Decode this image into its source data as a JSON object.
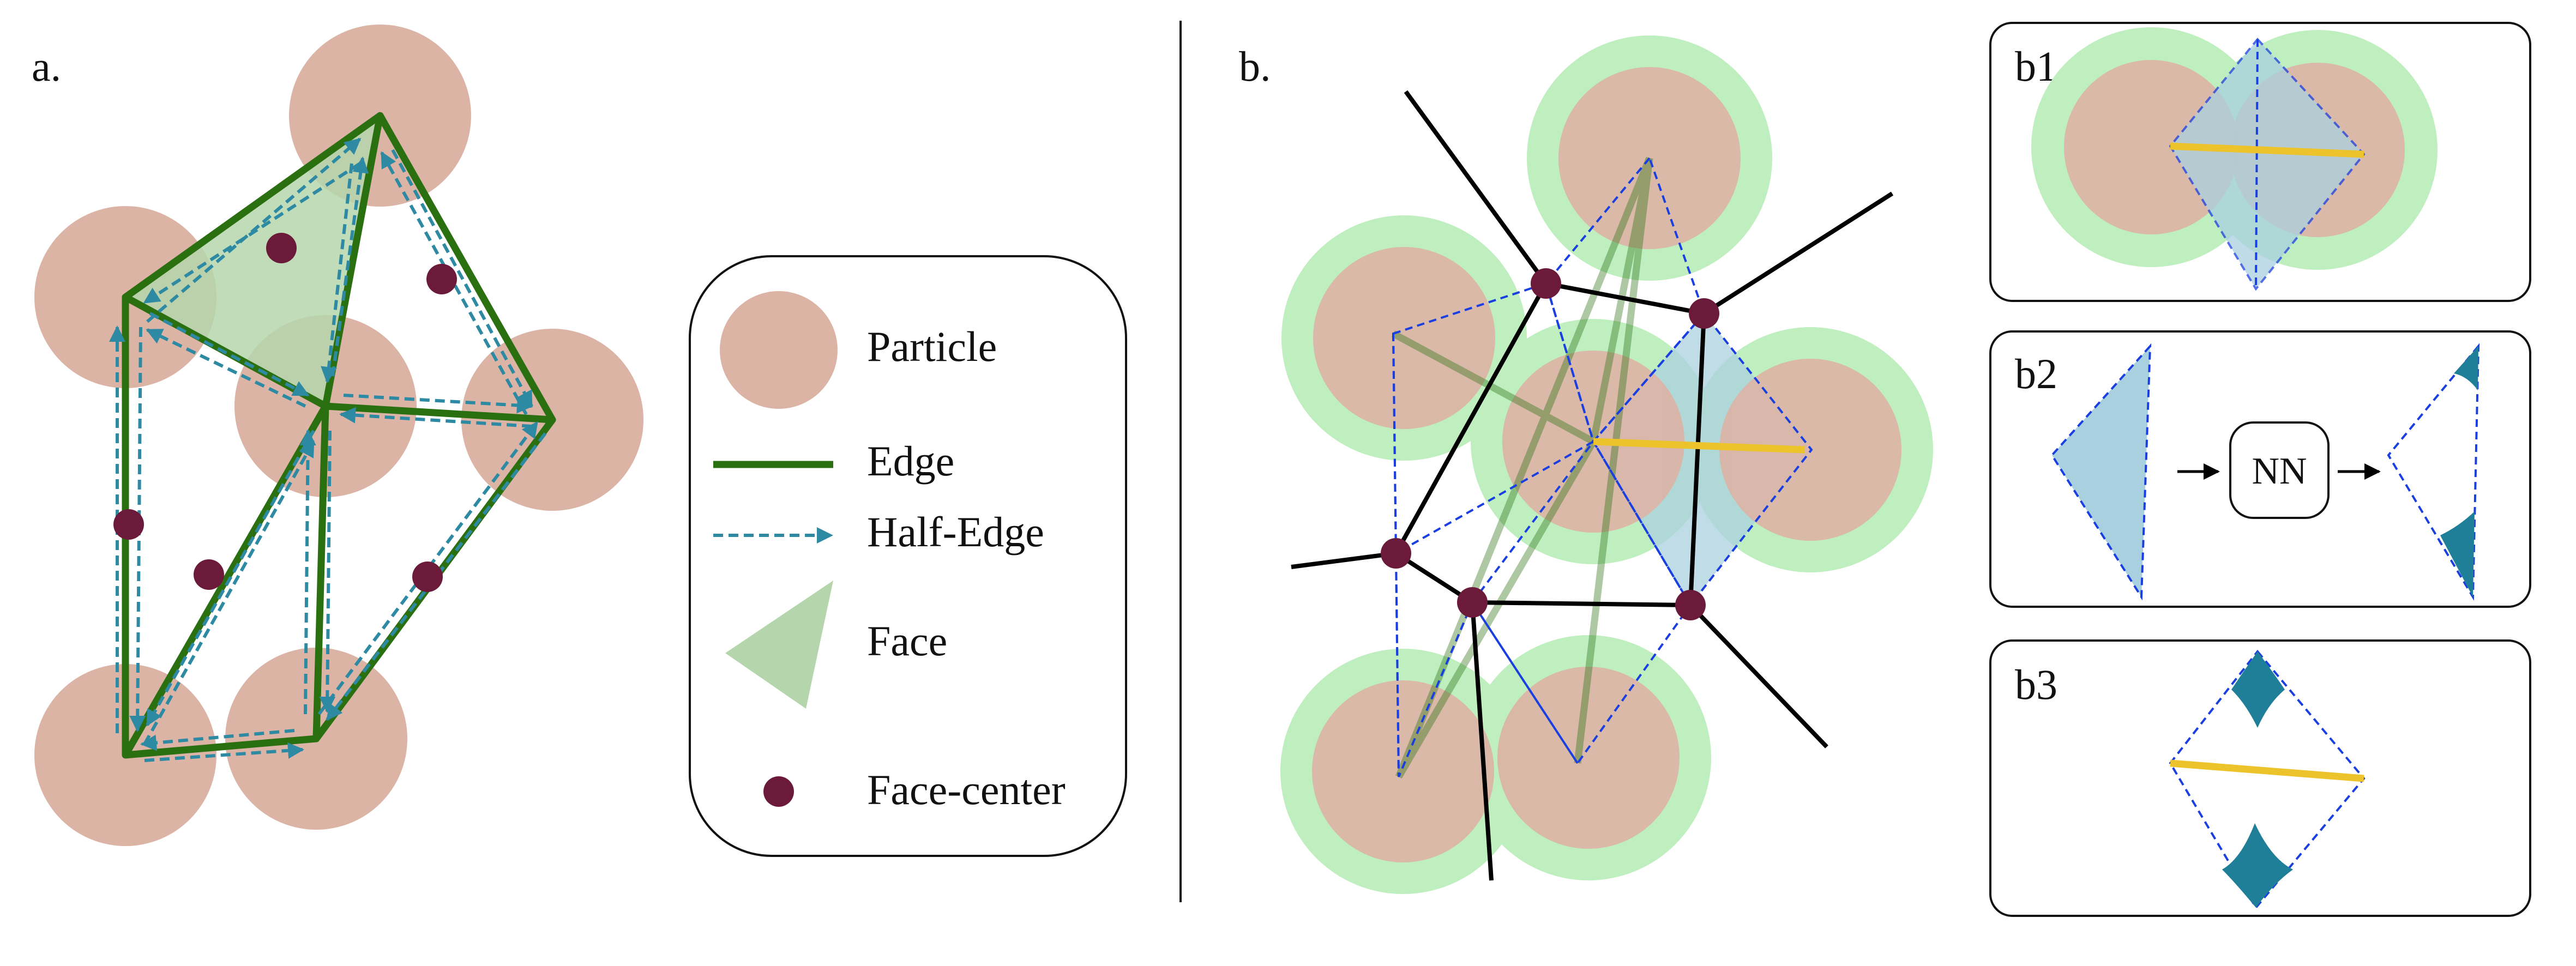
{
  "panels": {
    "a": "a.",
    "b": "b.",
    "b1": "b1",
    "b2": "b2",
    "b3": "b3"
  },
  "legend": {
    "particle": "Particle",
    "edge": "Edge",
    "half_edge": "Half-Edge",
    "face": "Face",
    "face_center": "Face-center"
  },
  "nn_box": "NN",
  "colors": {
    "particle": "#dcb4a6",
    "particle_halo": "#bfeebf",
    "edge": "#2a7010",
    "half_edge": "#2e8aa2",
    "face": "#b5d6ad",
    "face_center": "#6b1a3a",
    "dual_cell_edge": "#000000",
    "delaunay_dashed": "#1a3fe0",
    "highlight_edge": "#ecc32a",
    "cell_fill": "#a9d0df",
    "nn_output_fill": "#1f7f98"
  }
}
